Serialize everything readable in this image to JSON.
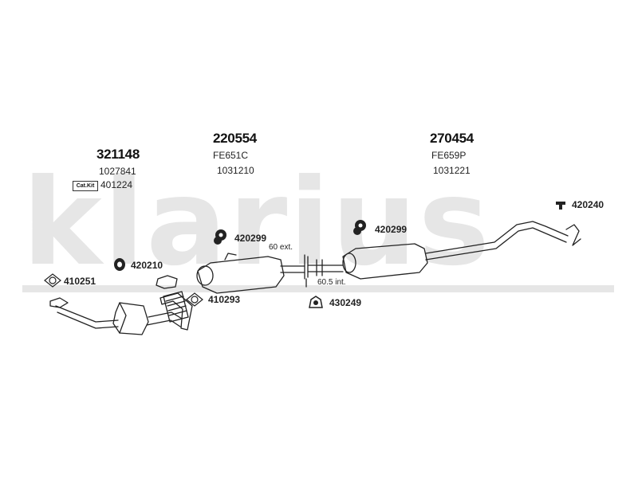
{
  "watermark": {
    "brand": "klarius"
  },
  "groups": [
    {
      "part_number": "321148",
      "codes": [
        "1027841"
      ]
    },
    {
      "part_number": "220554",
      "codes": [
        "FE651C",
        "1031210"
      ]
    },
    {
      "part_number": "270454",
      "codes": [
        "FE659P",
        "1031221"
      ]
    }
  ],
  "cat_kit": {
    "badge": "Cat.Kit",
    "code": "401224"
  },
  "fitting_parts": [
    {
      "code": "410251",
      "icon": "gasket-ring-icon"
    },
    {
      "code": "420210",
      "icon": "rubber-mount-icon"
    },
    {
      "code": "410293",
      "icon": "gasket-ring-icon"
    },
    {
      "code": "420299",
      "icon": "rubber-mount-icon"
    },
    {
      "code": "430249",
      "icon": "clamp-icon"
    },
    {
      "code": "420299",
      "icon": "rubber-mount-icon"
    },
    {
      "code": "420240",
      "icon": "hanger-bracket-icon"
    }
  ],
  "dimensions": {
    "ext": "60 ext.",
    "int": "60.5 int."
  },
  "colors": {
    "line": "#222222",
    "watermark": "#e6e6e6"
  }
}
